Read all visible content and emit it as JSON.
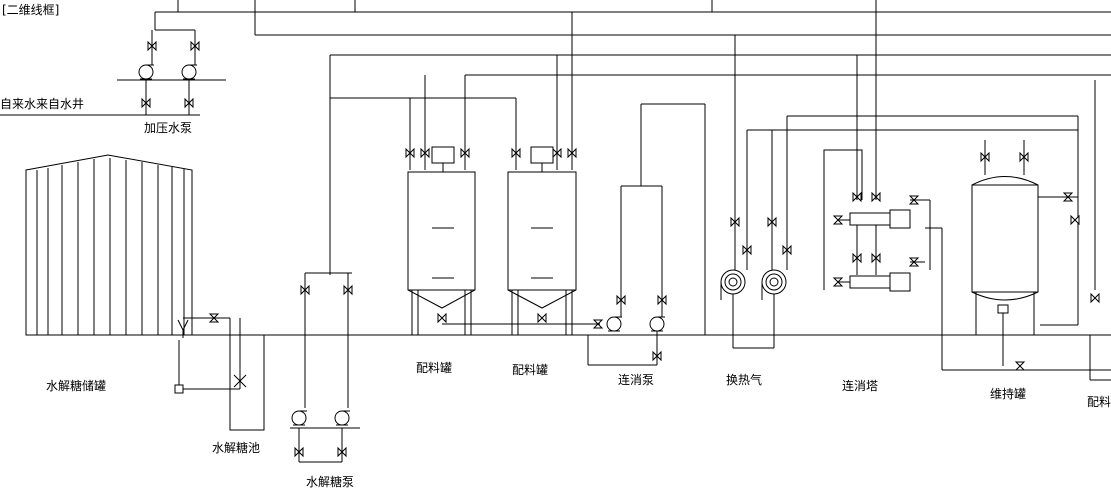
{
  "header": {
    "note": "[二维线框]"
  },
  "labels": {
    "booster_pump": "加压水泵",
    "water_source": "自来水来自水井",
    "storage_tank": "水解糖储罐",
    "hydrolysis_pool": "水解糖池",
    "hydrolysis_pump": "水解糖泵",
    "mix_tank_1": "配料罐",
    "mix_tank_2": "配料罐",
    "sterilize_pump": "连消泵",
    "heat_exchanger": "换热气",
    "sterilize_tower": "连消塔",
    "holding_tank": "维持罐",
    "mix_partial": "配料"
  }
}
